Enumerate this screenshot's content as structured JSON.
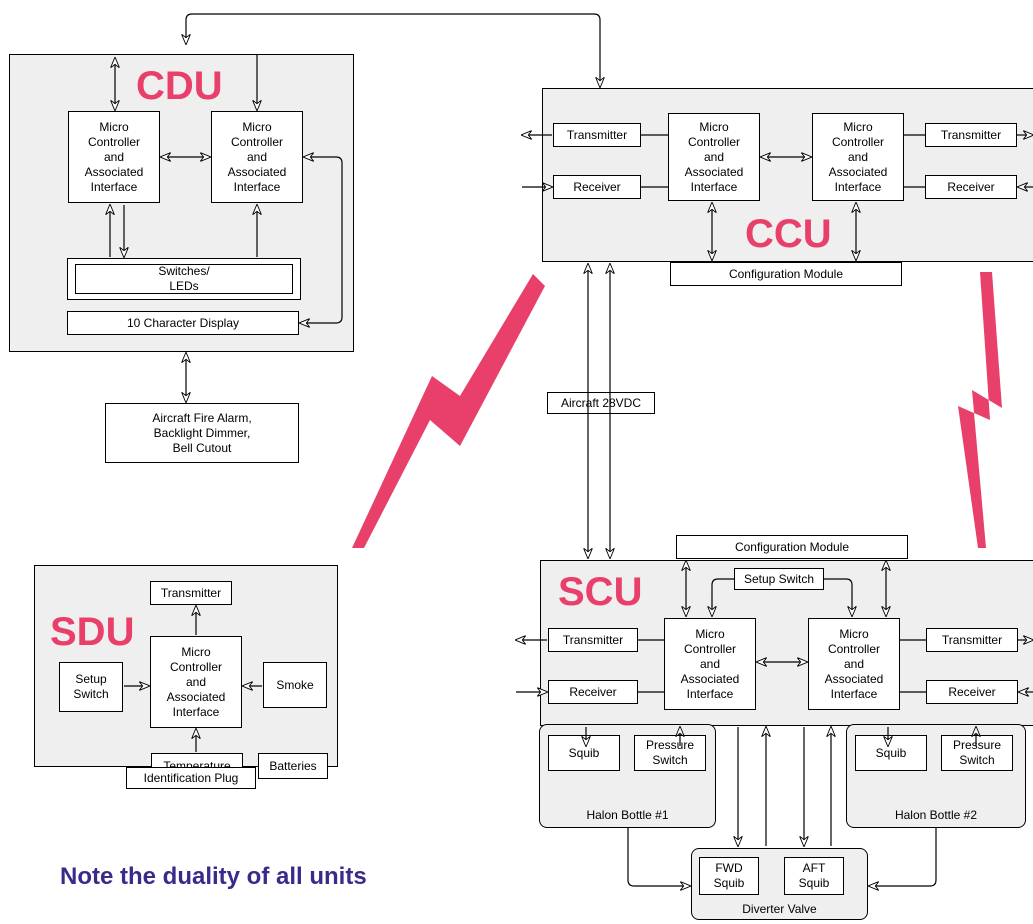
{
  "cdu": {
    "title": "CDU",
    "mc_left": "Micro\nController\nand\nAssociated\nInterface",
    "mc_right": "Micro\nController\nand\nAssociated\nInterface",
    "switches": "Switches/\nLEDs",
    "display": "10 Character Display",
    "external": "Aircraft Fire Alarm,\nBacklight Dimmer,\nBell Cutout"
  },
  "ccu": {
    "title": "CCU",
    "transmitter_left": "Transmitter",
    "receiver_left": "Receiver",
    "mc_left": "Micro\nController\nand\nAssociated\nInterface",
    "mc_right": "Micro\nController\nand\nAssociated\nInterface",
    "transmitter_right": "Transmitter",
    "receiver_right": "Receiver",
    "config": "Configuration Module"
  },
  "power": "Aircraft 28VDC",
  "scu": {
    "title": "SCU",
    "config": "Configuration Module",
    "setup": "Setup Switch",
    "transmitter_left": "Transmitter",
    "receiver_left": "Receiver",
    "mc_left": "Micro\nController\nand\nAssociated\nInterface",
    "mc_right": "Micro\nController\nand\nAssociated\nInterface",
    "transmitter_right": "Transmitter",
    "receiver_right": "Receiver"
  },
  "halon1": {
    "squib": "Squib",
    "pressure": "Pressure\nSwitch",
    "label": "Halon Bottle #1"
  },
  "halon2": {
    "squib": "Squib",
    "pressure": "Pressure\nSwitch",
    "label": "Halon Bottle #2"
  },
  "diverter": {
    "fwd": "FWD\nSquib",
    "aft": "AFT\nSquib",
    "label": "Diverter Valve"
  },
  "sdu": {
    "title": "SDU",
    "transmitter": "Transmitter",
    "mc": "Micro\nController\nand\nAssociated\nInterface",
    "setup": "Setup\nSwitch",
    "smoke": "Smoke",
    "temperature": "Temperature",
    "batteries": "Batteries",
    "id_plug": "Identification Plug"
  },
  "note": "Note the duality of all units",
  "colors": {
    "accent": "#e8406a",
    "note": "#3a2a8a",
    "panel": "#efefef"
  }
}
